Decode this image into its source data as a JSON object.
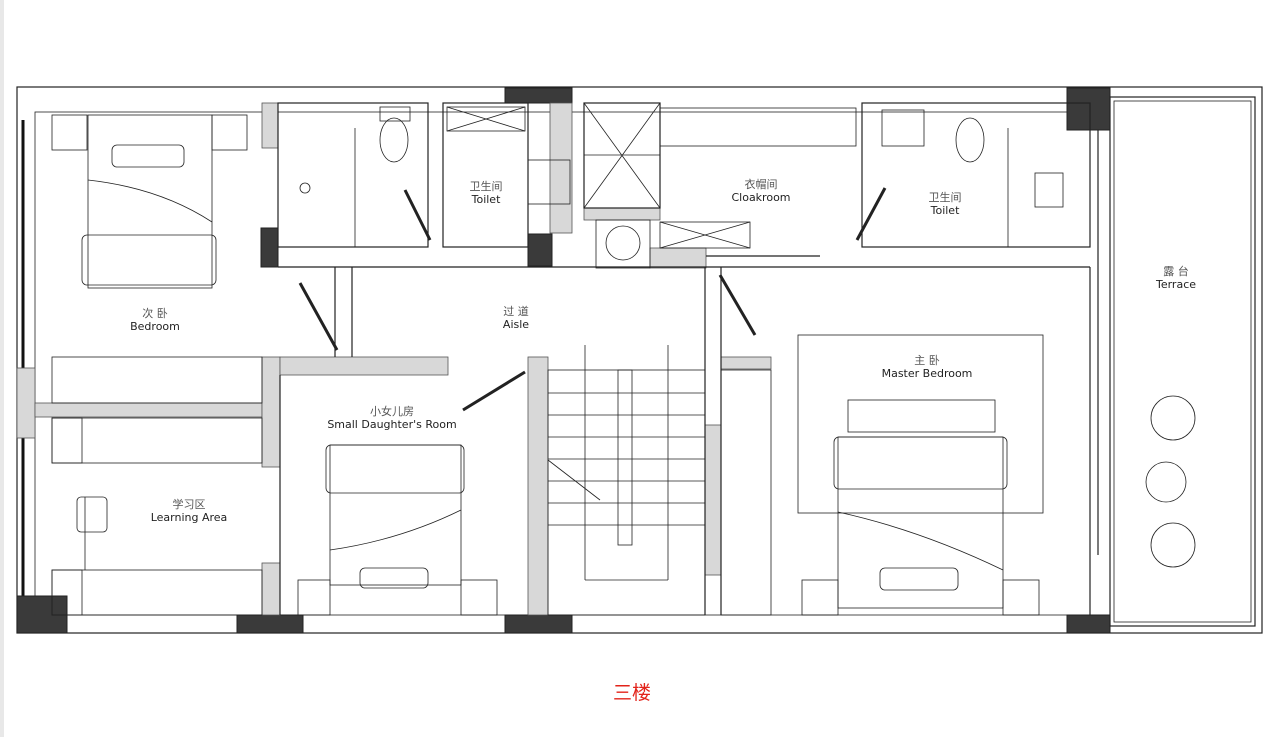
{
  "plan": {
    "title": "三楼",
    "title_color": "#e2231a",
    "rooms": {
      "bedroom": {
        "cn": "次 卧",
        "en": "Bedroom"
      },
      "toilet_left": {
        "cn": "卫生间",
        "en": "Toilet"
      },
      "cloakroom": {
        "cn": "衣帽间",
        "en": "Cloakroom"
      },
      "toilet_right": {
        "cn": "卫生间",
        "en": "Toilet"
      },
      "terrace": {
        "cn": "露 台",
        "en": "Terrace"
      },
      "aisle": {
        "cn": "过 道",
        "en": "Aisle"
      },
      "master": {
        "cn": "主 卧",
        "en": "Master Bedroom"
      },
      "daughter": {
        "cn": "小女儿房",
        "en": "Small Daughter's Room"
      },
      "learning": {
        "cn": "学习区",
        "en": "Learning Area"
      }
    }
  }
}
